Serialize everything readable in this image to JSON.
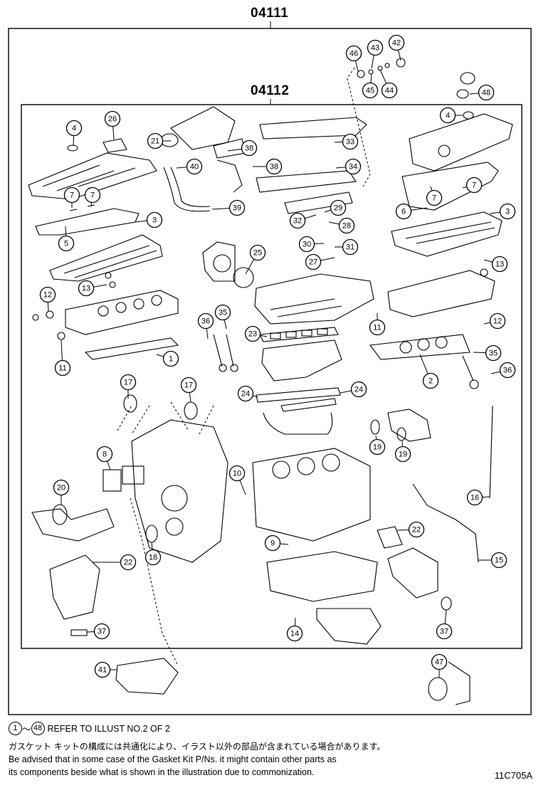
{
  "titles": {
    "outer_kit": "04111",
    "inner_kit": "04112"
  },
  "notes": {
    "ref_from": "1",
    "ref_tilde": "～",
    "ref_to": "48",
    "ref_text": "REFER TO ILLUST NO.2 OF 2",
    "japanese": "ガスケット キットの構成には共通化により、イラスト以外の部品が含まれている場合があります。",
    "english_line1": "Be advised that in some case of the Gasket Kit P/Ns.  it might contain other parts as",
    "english_line2": "its components beside what is shown in the illustration due to commonization."
  },
  "illustration_code": "11C705A",
  "callouts": [
    "46",
    "43",
    "42",
    "45",
    "44",
    "48",
    "4",
    "26",
    "21",
    "38",
    "40",
    "38",
    "33",
    "34",
    "4",
    "7",
    "7",
    "7",
    "7",
    "39",
    "29",
    "6",
    "3",
    "3",
    "5",
    "32",
    "28",
    "25",
    "30",
    "31",
    "27",
    "13",
    "13",
    "12",
    "36",
    "35",
    "11",
    "12",
    "23",
    "11",
    "1",
    "35",
    "2",
    "36",
    "17",
    "17",
    "24",
    "24",
    "19",
    "19",
    "8",
    "10",
    "16",
    "20",
    "9",
    "22",
    "18",
    "22",
    "15",
    "37",
    "14",
    "37",
    "41",
    "47"
  ]
}
